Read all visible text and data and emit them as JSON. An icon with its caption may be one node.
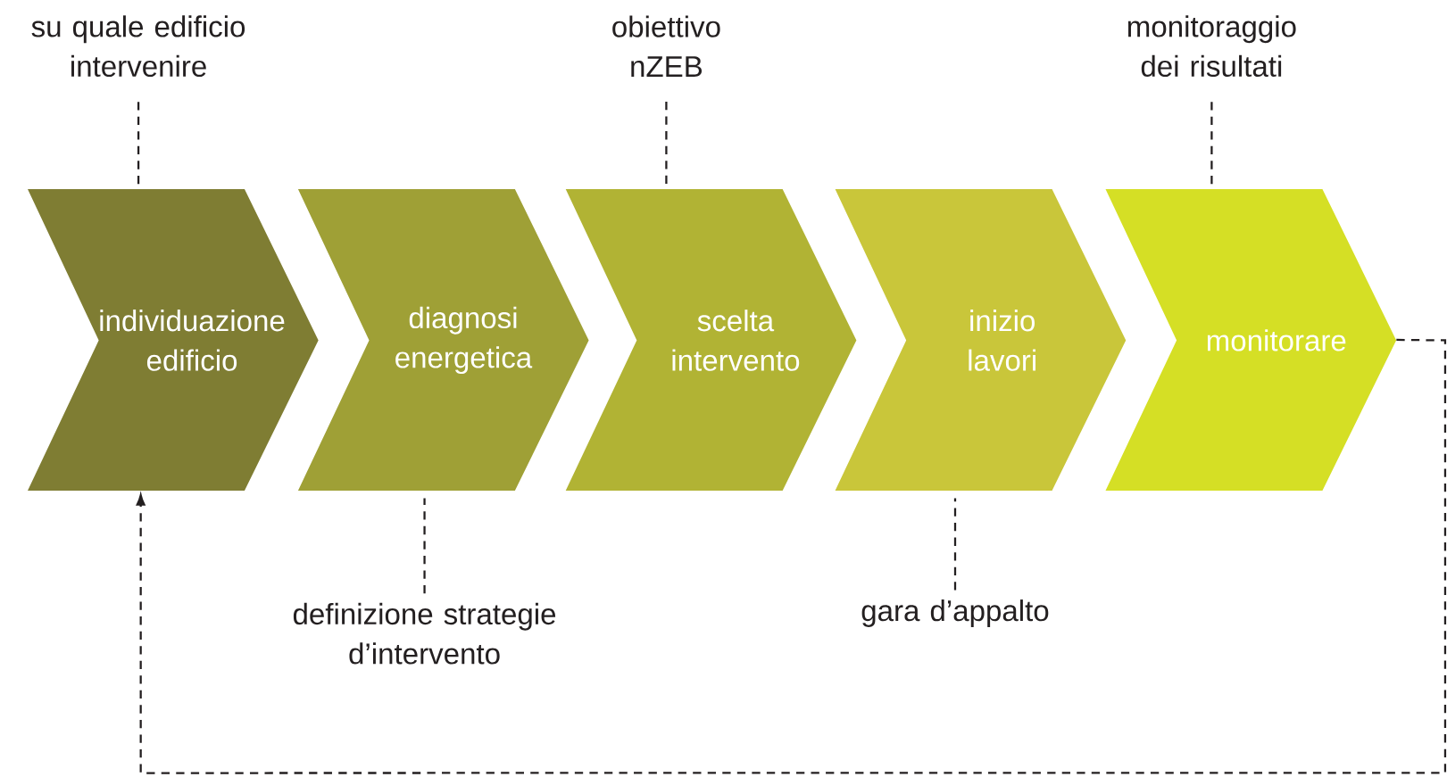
{
  "diagram": {
    "nodes": [
      {
        "text": [
          "su quale edificio intervenire"
        ]
      },
      {
        "text": [
          "obiettivo nZEB"
        ]
      },
      {
        "text": [
          "monitoraggio dei risultati"
        ]
      },
      {
        "text": [
          "individuazione edificio"
        ]
      },
      {
        "text": [
          "diagnosi energetica"
        ]
      },
      {
        "text": [
          "scelta intervento"
        ]
      },
      {
        "text": [
          "inizio lavori"
        ]
      },
      {
        "text": [
          "monitorare"
        ]
      },
      {
        "text": [
          "definizione strategie d’intervento"
        ]
      },
      {
        "text": [
          "gara d’appalto"
        ]
      }
    ],
    "edges": [
      {
        "from": 0,
        "to": 3,
        "arrow": "none",
        "style": "dashed"
      },
      {
        "from": 1,
        "to": 5,
        "arrow": "none",
        "style": "dashed"
      },
      {
        "from": 2,
        "to": 7,
        "arrow": "none",
        "style": "dashed"
      },
      {
        "from": 8,
        "to": 4,
        "arrow": "none",
        "style": "dashed"
      },
      {
        "from": 9,
        "to": 6,
        "arrow": "none",
        "style": "dashed"
      },
      {
        "from": 7,
        "to": 3,
        "arrow": "to",
        "style": "dashed"
      }
    ]
  }
}
